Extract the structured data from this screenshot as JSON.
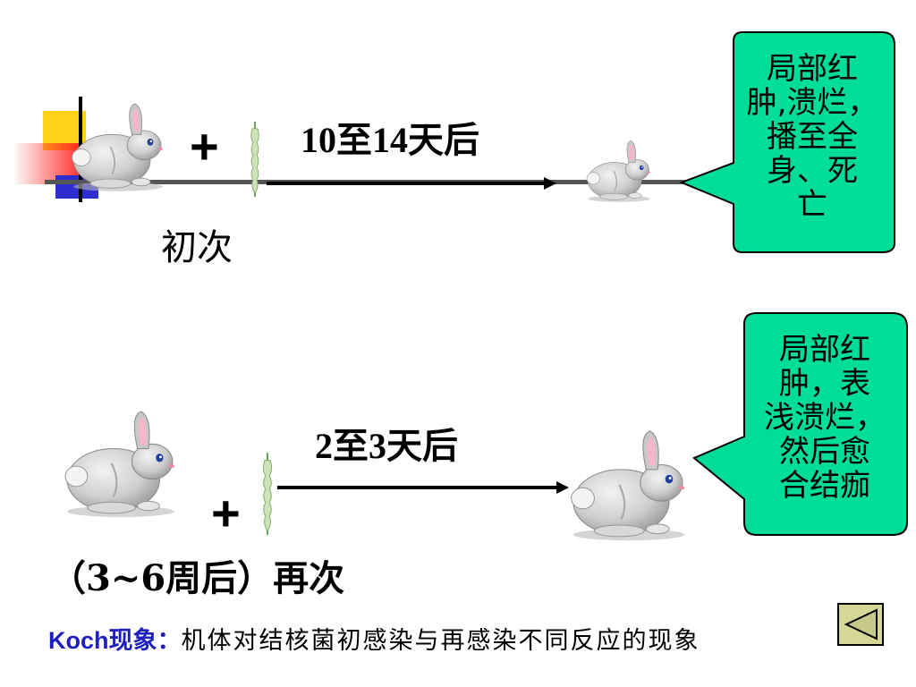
{
  "row1": {
    "time_label": "10至14天后",
    "infection_label": "初次",
    "result_text": "局部红肿,溃烂，播至全身、死亡",
    "result_lines": [
      "局部红",
      "肿,溃烂，",
      "播至全",
      "身、死",
      "亡"
    ]
  },
  "row2": {
    "time_label": "2至3天后",
    "infection_label": "（3~6周后）再次",
    "result_lines": [
      "局部红",
      "肿，表",
      "浅溃烂，",
      "然后愈",
      "合结痂"
    ]
  },
  "plus_sign": "+",
  "footer": {
    "term": "Koch现象：",
    "definition": "机体对结核菌初感染与再感染不同反应的现象"
  },
  "colors": {
    "bubble_fill": "#00dd99",
    "term_blue": "#1f1fbf",
    "nav_button": "#d6d696"
  },
  "icons": {
    "rabbit": "rabbit-icon",
    "syringe": "syringe-icon",
    "back": "triangle-left-icon"
  }
}
